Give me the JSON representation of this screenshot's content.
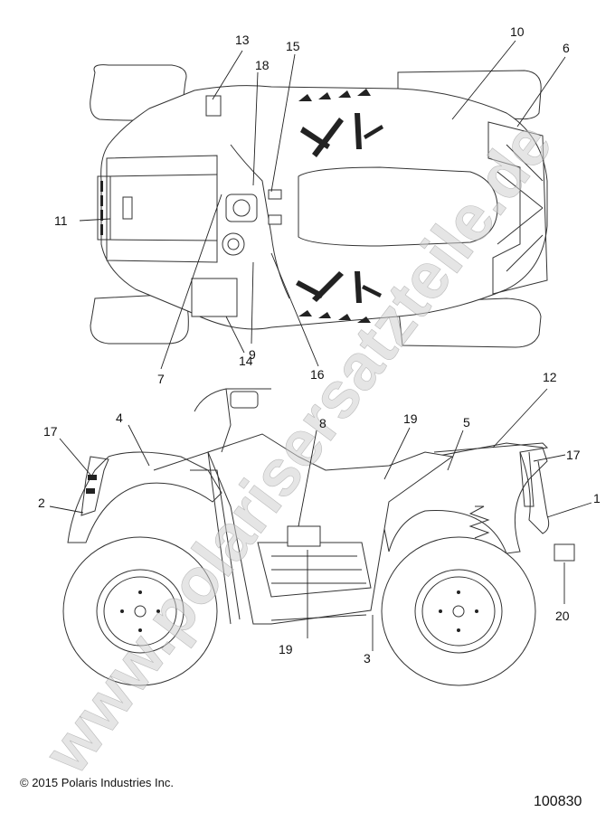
{
  "watermark": "www.polarisersatzteile.de",
  "copyright": "© 2015 Polaris Industries Inc.",
  "document_number": "100830",
  "callouts": {
    "c1": "1",
    "c2": "2",
    "c3": "3",
    "c4": "4",
    "c5": "5",
    "c6": "6",
    "c7": "7",
    "c8": "8",
    "c9": "9",
    "c10": "10",
    "c11": "11",
    "c12": "12",
    "c13": "13",
    "c14": "14",
    "c15": "15",
    "c16": "16",
    "c17a": "17",
    "c17b": "17",
    "c18": "18",
    "c19a": "19",
    "c19b": "19",
    "c20": "20"
  }
}
